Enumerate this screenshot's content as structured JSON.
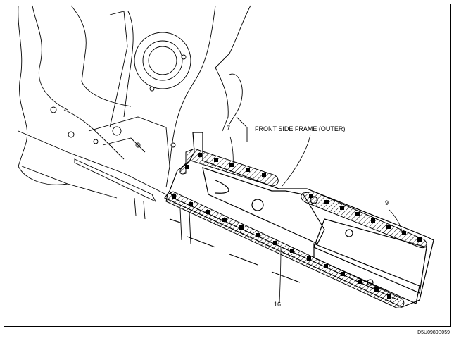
{
  "labels": {
    "part_7": "7",
    "part_9": "9",
    "part_16": "16",
    "front_side_frame": "FRONT SIDE FRAME (OUTER)"
  },
  "figure_code": "D5U0980B059",
  "colors": {
    "line": "#000000",
    "hatch": "#000000",
    "background": "#ffffff"
  }
}
